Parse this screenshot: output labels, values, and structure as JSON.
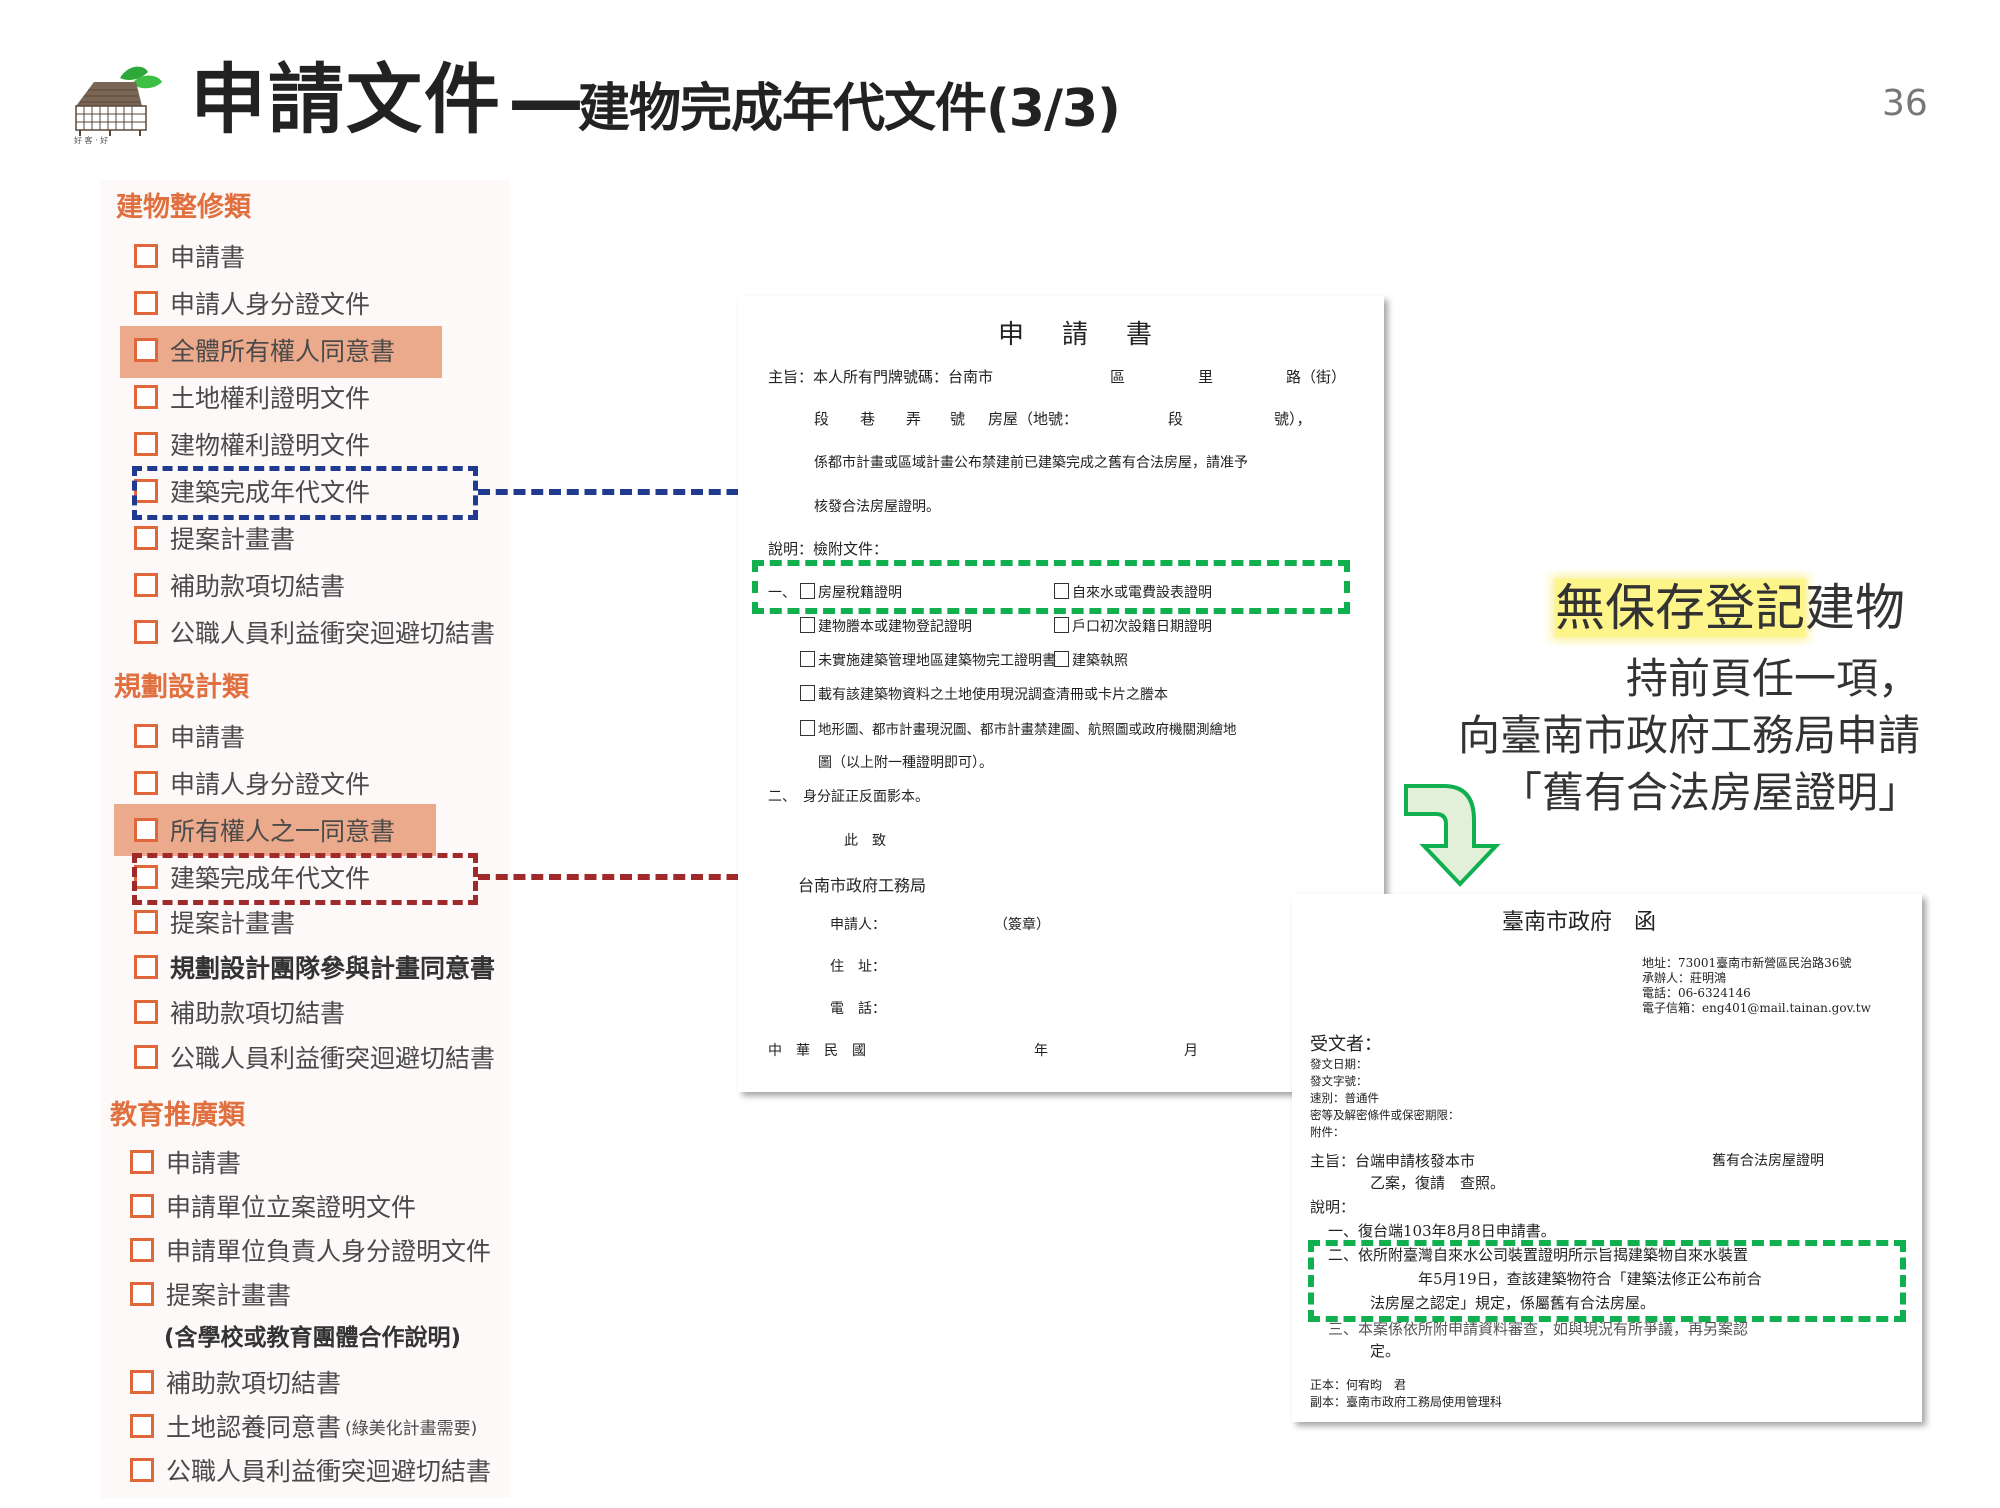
{
  "header": {
    "title_main": "申請文件",
    "title_dash": "—",
    "title_sub": "建物完成年代文件(3/3)",
    "page_number": "36",
    "logo_icon": "house-with-leaves-logo"
  },
  "sidebar": {
    "categories": [
      {
        "label": "建物整修類",
        "items": [
          {
            "label": "申請書"
          },
          {
            "label": "申請人身分證文件"
          },
          {
            "label": "全體所有權人同意書",
            "highlighted": true
          },
          {
            "label": "土地權利證明文件"
          },
          {
            "label": "建物權利證明文件"
          },
          {
            "label": "建築完成年代文件",
            "marked": "blue-dashed"
          },
          {
            "label": "提案計畫書"
          },
          {
            "label": "補助款項切結書"
          },
          {
            "label": "公職人員利益衝突迴避切結書"
          }
        ]
      },
      {
        "label": "規劃設計類",
        "items": [
          {
            "label": "申請書"
          },
          {
            "label": "申請人身分證文件"
          },
          {
            "label": "所有權人之一同意書",
            "highlighted": true
          },
          {
            "label": "建築完成年代文件",
            "marked": "red-dashed"
          },
          {
            "label": "提案計畫書"
          },
          {
            "label": "規劃設計團隊參與計畫同意書",
            "bold": true
          },
          {
            "label": "補助款項切結書"
          },
          {
            "label": "公職人員利益衝突迴避切結書"
          }
        ]
      },
      {
        "label": "教育推廣類",
        "items": [
          {
            "label": "申請書"
          },
          {
            "label": "申請單位立案證明文件"
          },
          {
            "label": "申請單位負責人身分證明文件"
          },
          {
            "label": "提案計畫書",
            "note": "(含學校或教育團體合作說明)"
          },
          {
            "label": "補助款項切結書"
          },
          {
            "label": "土地認養同意書",
            "small_note": "(綠美化計畫需要)"
          },
          {
            "label": "公職人員利益衝突迴避切結書"
          }
        ]
      }
    ]
  },
  "application_form": {
    "title": "申　請　書",
    "subject_line1": "主旨：本人所有門牌號碼：台南市",
    "district": "區",
    "village": "里",
    "road": "路（街）",
    "line2": [
      "段",
      "巷",
      "弄",
      "號",
      "房屋（地號：",
      "段",
      "號），"
    ],
    "line3": "係都市計畫或區域計畫公布禁建前已建築完成之舊有合法房屋，請准予",
    "line4": "核發合法房屋證明。",
    "explanation": "說明：檢附文件：",
    "item1_prefix": "一、",
    "checklist": [
      "房屋稅籍證明",
      "自來水或電費設表證明",
      "建物謄本或建物登記證明",
      "戶口初次設籍日期證明",
      "未實施建築管理地區建築物完工證明書",
      "建築執照",
      "載有該建築物資料之土地使用現況調查清冊或卡片之謄本",
      "地形圖、都市計畫現況圖、都市計畫禁建圖、航照圖或政府機關測繪地"
    ],
    "checklist_cont": "圖（以上附一種證明即可）。",
    "item2": "二、　身分証正反面影本。",
    "closing": "此　致",
    "recipient": "台南市政府工務局",
    "applicant": "申請人：",
    "seal": "（簽章）",
    "address": "住　址：",
    "phone": "電　話：",
    "date_roc": "中　華　民　國",
    "year": "年",
    "month": "月"
  },
  "callout": {
    "highlight": "無保存登記",
    "rest": "建物",
    "line2": "持前頁任一項，",
    "line3": "向臺南市政府工務局申請",
    "line4": "「舊有合法房屋證明」"
  },
  "official_letter": {
    "title": "臺南市政府　函",
    "address": "地址：73001臺南市新營區民治路36號",
    "handler": "承辦人：莊明鴻",
    "phone": "電話：06-6324146",
    "email": "電子信箱：eng401@mail.tainan.gov.tw",
    "receiver": "受文者：",
    "meta": [
      "發文日期：",
      "發文字號：",
      "速別：普通件",
      "密等及解密條件或保密期限：",
      "附件："
    ],
    "subject_a": "主旨：台端申請核發本市",
    "subject_b": "舊有合法房屋證明",
    "subject_c": "乙案，復請　查照。",
    "explain": "說明：",
    "point1": "一、復台端103年8月8日申請書。",
    "point2a": "二、依所附臺灣自來水公司裝置證明所示旨揭建築物自來水裝置",
    "point2b": "年5月19日，查該建築物符合「建築法修正公布前合",
    "point2c": "法房屋之認定」規定，係屬舊有合法房屋。",
    "point3a": "三、本案係依所附申請資料審查，如與現況有所爭議，再另案認",
    "point3b": "定。",
    "cc1": "正本：何宥昀　君",
    "cc2": "副本：臺南市政府工務局使用管理科"
  },
  "colors": {
    "category_orange": "#e0703f",
    "highlight_salmon": "#ecaa8c",
    "blue_dash": "#1f3a8f",
    "red_dash": "#a02a2a",
    "green_dash": "#10b050",
    "yellow_highlight": "#fdf58a"
  }
}
